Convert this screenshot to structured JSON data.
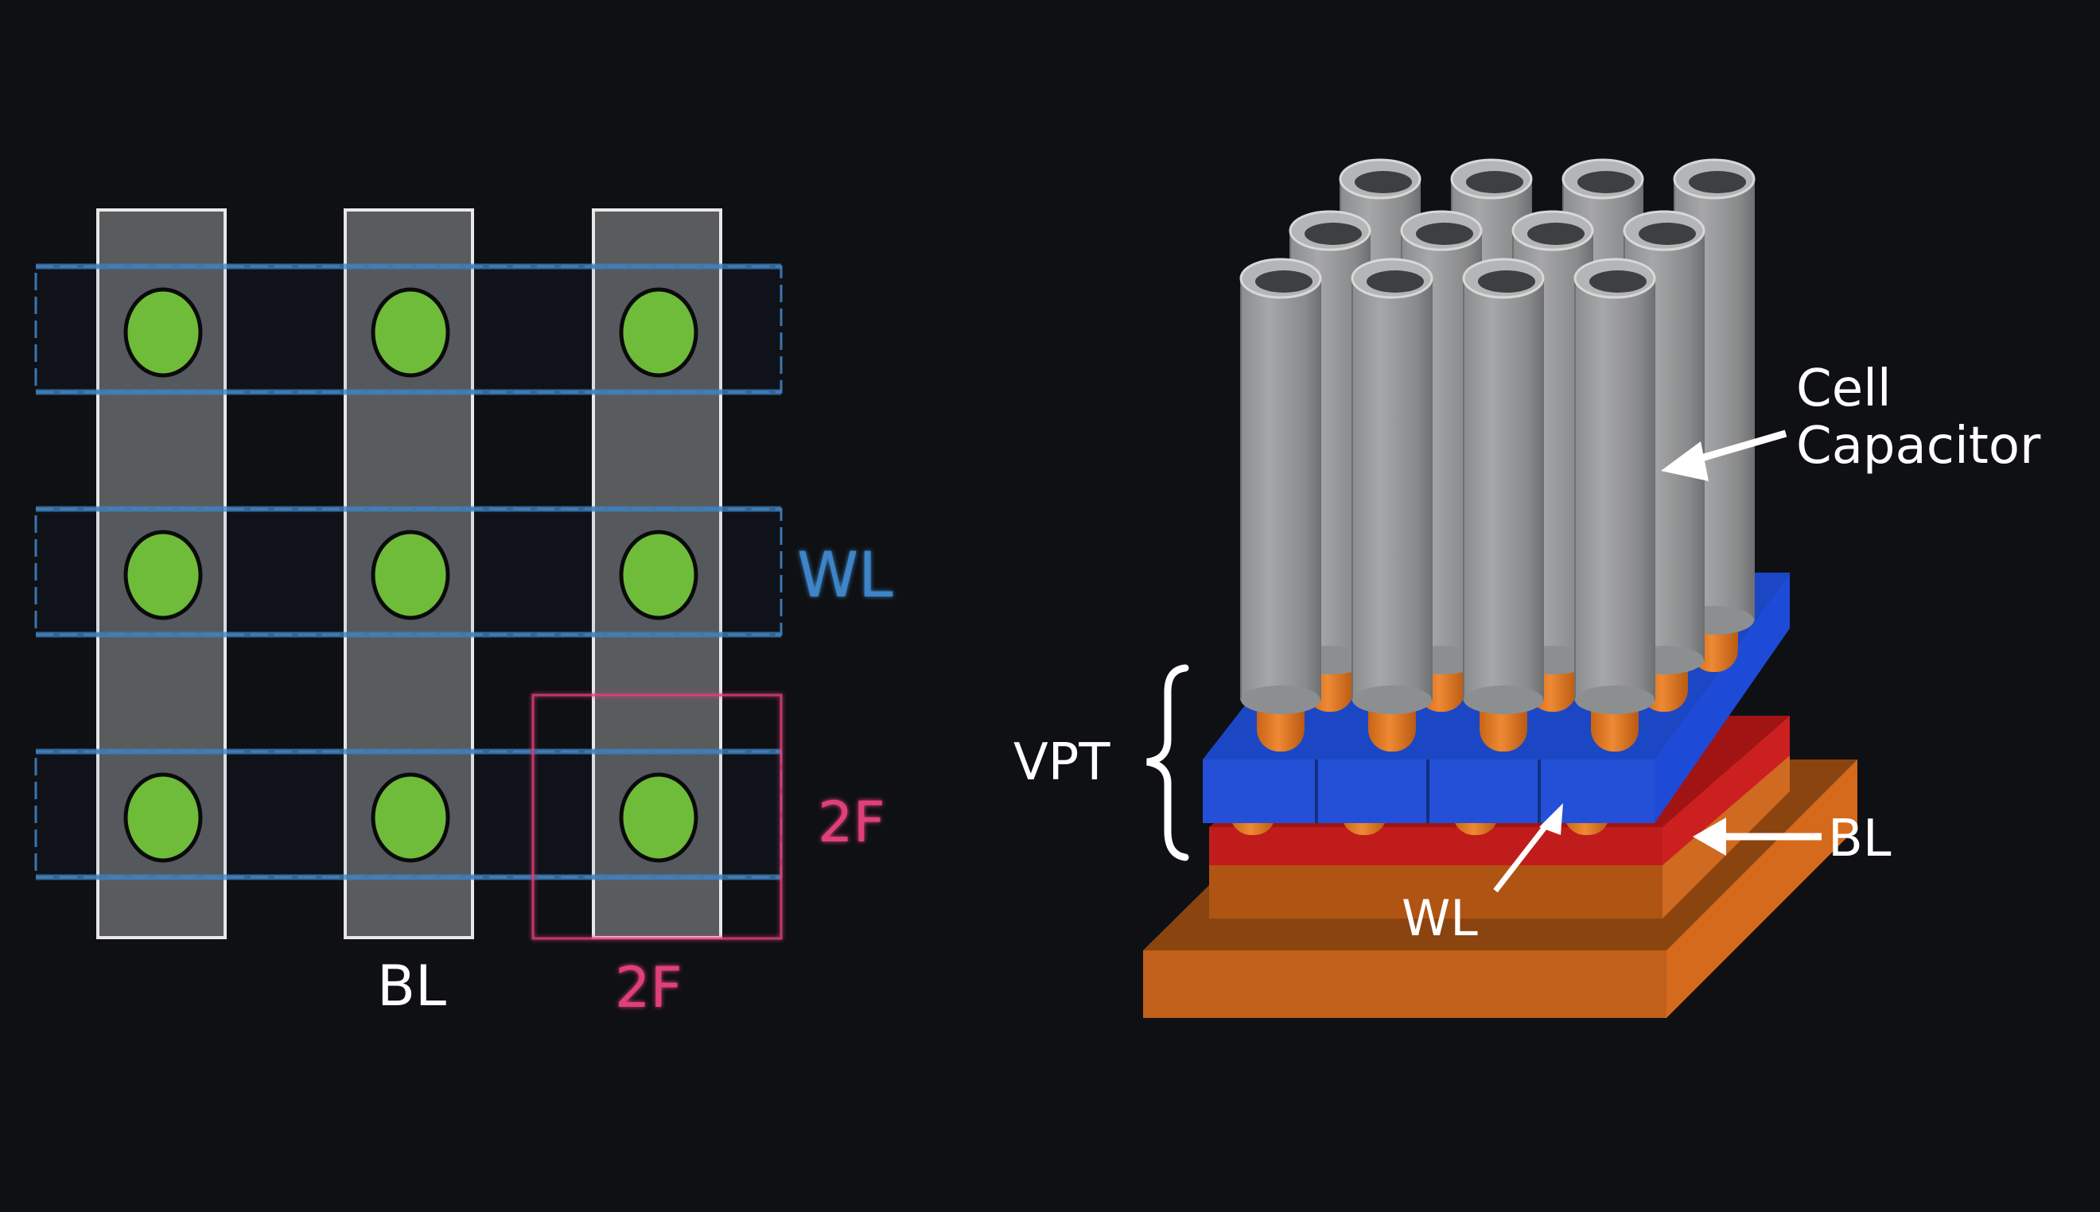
{
  "colors": {
    "background": "#0f1013",
    "bitline_fill": "#5a5b5c",
    "bitline_stroke": "#e8e8e8",
    "cell_dot": "#6fbb3a",
    "wordline": "#3f82c0",
    "wordline_label": "#3d85c8",
    "dimension": "#e0407a",
    "capacitor": "#9a9b9c",
    "pillar": "#e07a28",
    "wl_3d": "#1f4fd0",
    "bl_3d": "#c51b1b",
    "substrate": "#c4621c",
    "label": "#ffffff"
  },
  "plan_view": {
    "bitline_count": 3,
    "wordline_count": 3,
    "cells_per_row": 3,
    "labels": {
      "wl": "WL",
      "bl": "BL",
      "dim_vertical": "2F",
      "dim_horizontal": "2F"
    }
  },
  "perspective_view": {
    "capacitor_rows": 3,
    "capacitor_cols": 4,
    "labels": {
      "cell_line1": "Cell",
      "cell_line2": "Capacitor",
      "vpt": "VPT",
      "wl": "WL",
      "bl": "BL"
    }
  }
}
